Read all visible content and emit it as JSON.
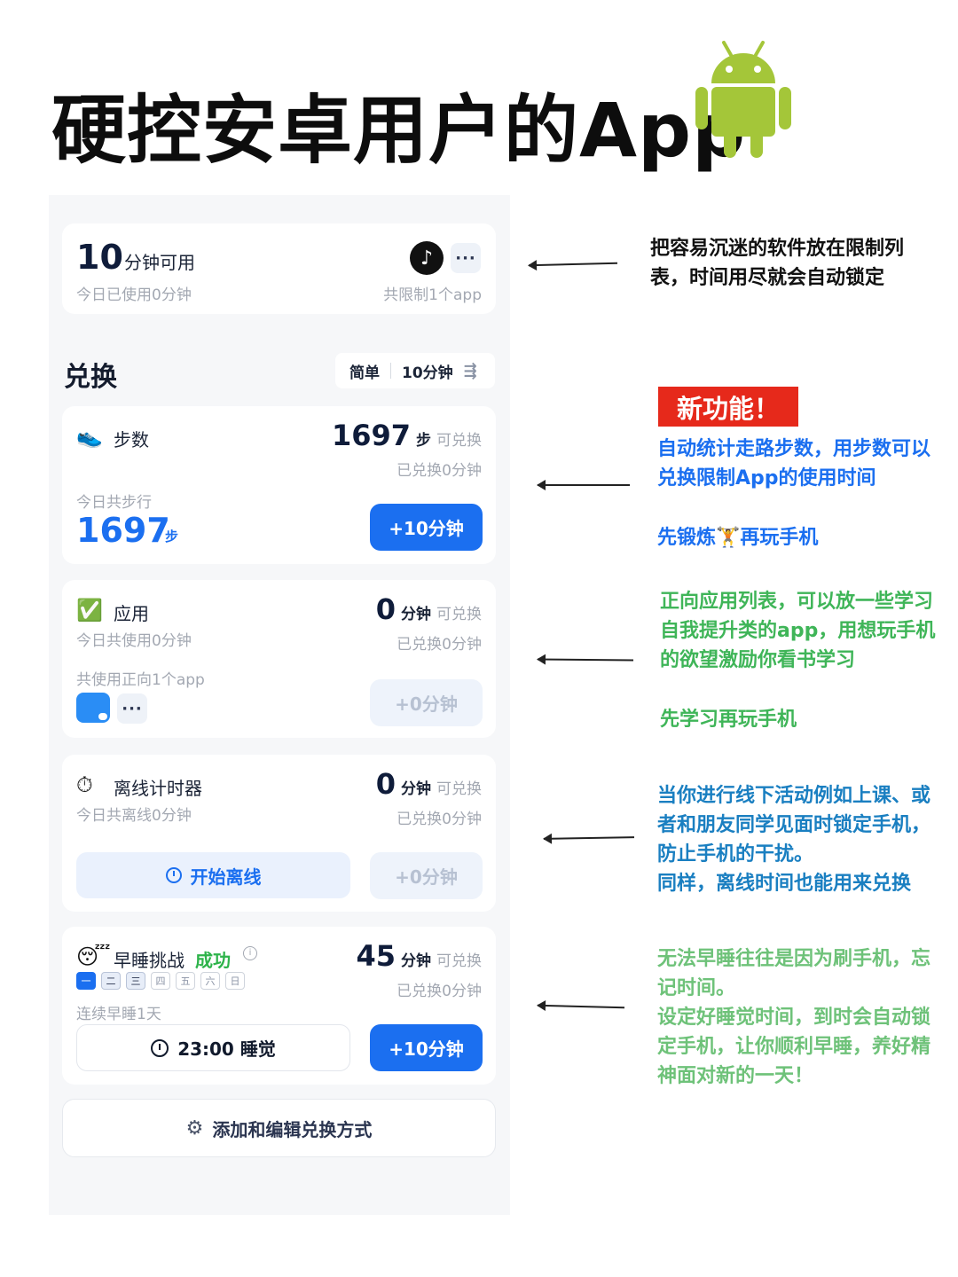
{
  "header": {
    "title": "硬控安卓用户的App"
  },
  "limit_card": {
    "minutes": "10",
    "minutes_label": "分钟可用",
    "used_today": "今日已使用0分钟",
    "limit_count": "共限制1个app",
    "more": "···"
  },
  "exchange": {
    "title": "兑换",
    "filter_mode": "简单",
    "filter_step": "10分钟"
  },
  "steps_card": {
    "label": "步数",
    "value": "1697",
    "unit": "步",
    "tag": "可兑换",
    "exchanged": "已兑换0分钟",
    "today_label": "今日共步行",
    "today_value": "1697",
    "today_unit": "步",
    "button": "+10分钟"
  },
  "app_card": {
    "label": "应用",
    "value": "0",
    "unit": "分钟",
    "tag": "可兑换",
    "exchanged": "已兑换0分钟",
    "used_today": "今日共使用0分钟",
    "positive_count": "共使用正向1个app",
    "more": "···",
    "button": "+0分钟"
  },
  "offline_card": {
    "label": "离线计时器",
    "value": "0",
    "unit": "分钟",
    "tag": "可兑换",
    "exchanged": "已兑换0分钟",
    "today": "今日共离线0分钟",
    "start_button": "开始离线",
    "button": "+0分钟"
  },
  "sleep_card": {
    "label": "早睡挑战",
    "status": "成功",
    "value": "45",
    "unit": "分钟",
    "tag": "可兑换",
    "exchanged": "已兑换0分钟",
    "days": [
      "一",
      "二",
      "三",
      "四",
      "五",
      "六",
      "日"
    ],
    "streak": "连续早睡1天",
    "sleep_button": "23:00 睡觉",
    "button": "+10分钟"
  },
  "add_button": "添加和编辑兑换方式",
  "annotations": {
    "limit": "把容易沉迷的软件放在限制列表，时间用尽就会自动锁定",
    "new_badge": "新功能！",
    "steps": "自动统计走路步数，用步数可以兑换限制App的使用时间",
    "steps_tip": "先锻炼🏋再玩手机",
    "apps": "正向应用列表，可以放一些学习自我提升类的app，用想玩手机的欲望激励你看书学习",
    "apps_tip": "先学习再玩手机",
    "offline_1": "当你进行线下活动例如上课、或者和朋友同学见面时锁定手机，防止手机的干扰。",
    "offline_2": "同样，离线时间也能用来兑换",
    "sleep_1": "无法早睡往往是因为刷手机，忘记时间。",
    "sleep_2": "设定好睡觉时间，到时会自动锁定手机，让你顺利早睡，养好精神面对新的一天！"
  },
  "colors": {
    "accent": "#1b6ff0",
    "new_badge": "#e6291b",
    "android": "#a4c639",
    "success": "#2db34a"
  },
  "icons": [
    "android-logo",
    "tiktok-icon",
    "sneaker-icon",
    "check-icon",
    "stopwatch-icon",
    "sleepy-face-icon",
    "gear-icon",
    "timer-icon",
    "clock-icon"
  ]
}
